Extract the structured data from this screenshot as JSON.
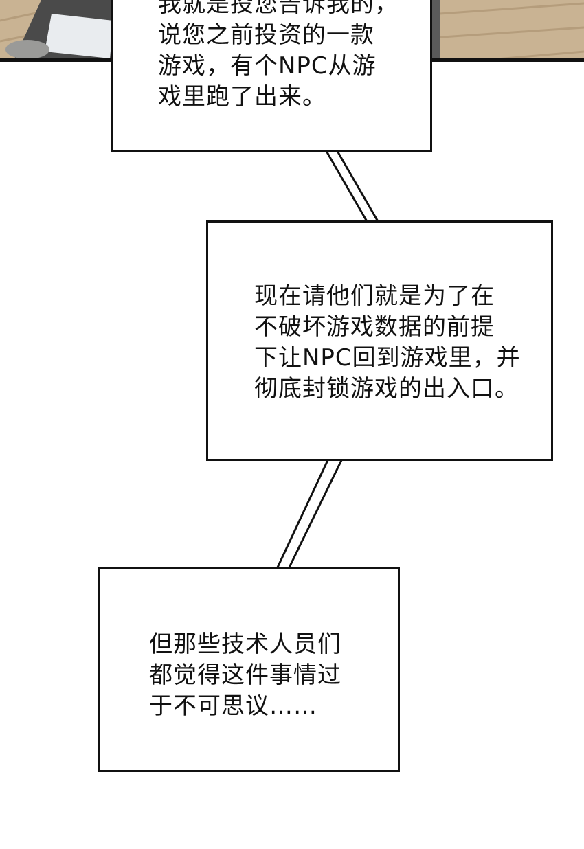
{
  "panel": {
    "background_colors": {
      "wood_floor": "#c9b393",
      "wood_floor_dark": "#b59d7c",
      "dark_object": "#4a4a4a",
      "grey_object": "#8e8e8c",
      "paper": "#e9ecef",
      "border": "#111111"
    }
  },
  "bubbles": [
    {
      "lines": [
        "我就是投您告诉我的，",
        "说您之前投资的一款",
        "游戏，有个NPC从游",
        "戏里跑了出来。"
      ]
    },
    {
      "lines": [
        "现在请他们就是为了在",
        "不破坏游戏数据的前提",
        "下让NPC回到游戏里，并",
        "彻底封锁游戏的出入口。"
      ]
    },
    {
      "lines": [
        "但那些技术人员们",
        "都觉得这件事情过",
        "于不可思议……"
      ]
    }
  ]
}
